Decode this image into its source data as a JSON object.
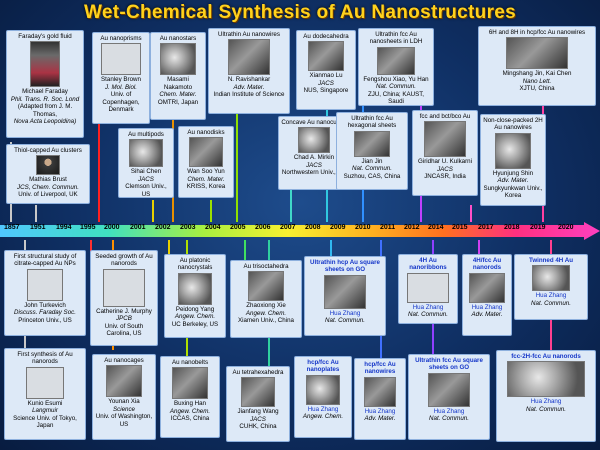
{
  "title": "Wet-Chemical Synthesis of Au Nanostructures",
  "years": [
    "1857",
    "1951",
    "1994",
    "1995",
    "2000",
    "2001",
    "2002",
    "2003",
    "2004",
    "2005",
    "2006",
    "2007",
    "2008",
    "2009",
    "2010",
    "2011",
    "2012",
    "2014",
    "2015",
    "2017",
    "2018",
    "2019",
    "2020"
  ],
  "top": {
    "faraday": {
      "h": "Faraday's gold fluid",
      "l1": "Michael Faraday",
      "l2": "Phil. Trans. R. Soc. Lond",
      "l3": "(Adapted from J. M. Thomas,",
      "l4": "Nova Acta Leopoldina)"
    },
    "clusters": {
      "h": "Thiol-capped Au clusters",
      "l1": "Mathias Brust",
      "l2": "JCS, Chem. Commun.",
      "l3": "Univ. of Liverpool, UK"
    },
    "nanoprisms": {
      "h": "Au nanoprisms",
      "l1": "Stanley Brown",
      "l2": "J. Mol. Biol.",
      "l3": "Univ. of Copenhagen, Denmark"
    },
    "multipods": {
      "h": "Au multipods",
      "l1": "Sihai Chen",
      "l2": "JACS",
      "l3": "Clemson Univ., US"
    },
    "nanostars": {
      "h": "Au nanostars",
      "l1": "Masami Nakamoto",
      "l2": "Chem. Mater.",
      "l3": "OMTRI, Japan"
    },
    "nanodisks": {
      "h": "Au nanodisks",
      "l1": "Wan Soo Yun",
      "l2": "Chem. Mater.",
      "l3": "KRISS, Korea"
    },
    "nanowires": {
      "h": "Ultrathin Au nanowires",
      "l1": "N. Ravishankar",
      "l2": "Adv. Mater.",
      "l3": "Indian Institute of Science"
    },
    "nanocubes": {
      "h": "Concave Au nanocubes",
      "l1": "Chad A. Mirkin",
      "l2": "JACS",
      "l3": "Northwestern Univ., US"
    },
    "dodecahedra": {
      "h": "Au dodecahedra",
      "l1": "Xianmao Lu",
      "l2": "JACS",
      "l3": "NUS, Singapore"
    },
    "ldh": {
      "h": "Ultrathin fcc Au nanosheets in LDH",
      "l1": "Fengshou Xiao, Yu Han",
      "l2": "Nat. Commun.",
      "l3": "ZJU, China; KAUST, Saudi"
    },
    "hexsheets": {
      "h": "Ultrathin fcc Au hexagonal sheets",
      "l1": "Jian Jin",
      "l2": "Nat. Commun.",
      "l3": "Suzhou, CAS, China"
    },
    "fccbct": {
      "h": "fcc and bct/bco Au",
      "l1": "Giridhar U. Kulkarni",
      "l2": "JACS",
      "l3": "JNCASR, India"
    },
    "closepacked": {
      "h": "Non-close-packed 2H Au nanowires",
      "l1": "Hyunjung Shin",
      "l2": "Adv. Mater.",
      "l3": "Sungkyunkwan Univ., Korea"
    },
    "hcp6h": {
      "h": "6H and 8H in hcp/fcc Au nanowires",
      "l1": "Mingshang Jin, Kai Chen",
      "l2": "Nano Lett.",
      "l3": "XJTU, China"
    }
  },
  "bottom": {
    "citrate": {
      "h": "First structural study of citrate-capped Au NPs",
      "l1": "John Turkevich",
      "l2": "Discuss. Faraday Soc.",
      "l3": "Princeton Univ., US"
    },
    "nanorods": {
      "h": "First synthesis of Au nanorods",
      "l1": "Kunio Esumi",
      "l2": "Langmuir",
      "l3": "Science Univ. of Tokyo, Japan"
    },
    "seeded": {
      "h": "Seeded growth of Au nanorods",
      "l1": "Catherine J. Murphy",
      "l2": "JPCB",
      "l3": "Univ. of South Carolina, US"
    },
    "nanocages": {
      "h": "Au nanocages",
      "l1": "Younan Xia",
      "l2": "Science",
      "l3": "Univ. of Washington, US"
    },
    "platonic": {
      "h": "Au platonic nanocrystals",
      "l1": "Peidong Yang",
      "l2": "Angew. Chem.",
      "l3": "UC Berkeley, US"
    },
    "nanobelts": {
      "h": "Au nanobelts",
      "l1": "Buxing Han",
      "l2": "Angew. Chem.",
      "l3": "ICCAS, China"
    },
    "trisoctahedra": {
      "h": "Au trisoctahedra",
      "l1": "Zhaoxiong Xie",
      "l2": "Angew. Chem.",
      "l3": "Xiamen Univ., China"
    },
    "tetrahexahedra": {
      "h": "Au tetrahexahedra",
      "l1": "Jianfang Wang",
      "l2": "JACS",
      "l3": "CUHK, China"
    },
    "hcpsheets": {
      "h": "Ultrathin hcp Au square sheets on GO",
      "l1": "Hua Zhang",
      "l2": "Nat. Commun."
    },
    "nanoplates": {
      "h": "hcp/fcc Au nanoplates",
      "l1": "Hua Zhang",
      "l2": "Angew. Chem."
    },
    "hcpwires": {
      "h": "hcp/fcc Au nanowires",
      "l1": "Hua Zhang",
      "l2": "Adv. Mater."
    },
    "ribbons": {
      "h": "4H Au nanoribbons",
      "l1": "Hua Zhang",
      "l2": "Nat. Commun."
    },
    "fccsquare": {
      "h": "Ultrathin fcc Au square sheets on GO",
      "l1": "Hua Zhang",
      "l2": "Nat. Commun."
    },
    "h4rods": {
      "h": "4H/fcc Au nanorods",
      "l1": "Hua Zhang",
      "l2": "Adv. Mater."
    },
    "twinned": {
      "h": "Twinned 4H Au",
      "l1": "Hua Zhang",
      "l2": "Nat. Commun."
    },
    "fcc2h": {
      "h": "fcc-2H-fcc Au nanorods",
      "l1": "Hua Zhang",
      "l2": "Nat. Commun."
    }
  }
}
